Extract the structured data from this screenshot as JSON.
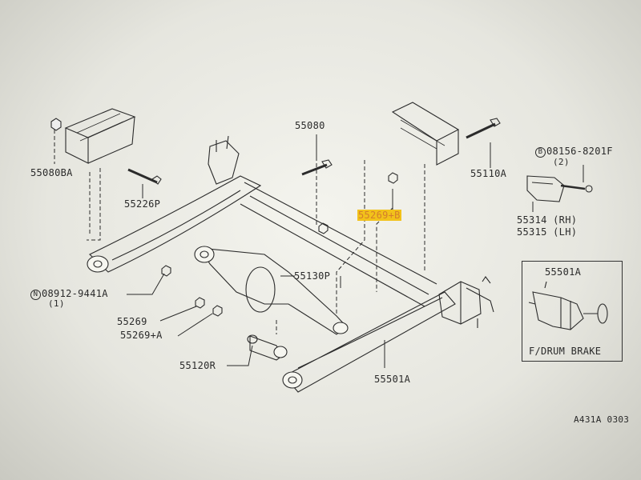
{
  "labels": {
    "p55080BA": "55080BA",
    "p55080": "55080",
    "p55226P": "55226P",
    "p55110A": "55110A",
    "p55269B": "55269+B",
    "p08156_prefix": "B",
    "p08156": "08156-8201F",
    "p08156_qty": "(2)",
    "p55314": "55314 (RH)",
    "p55315": "55315 (LH)",
    "p08912_prefix": "N",
    "p08912": "08912-9441A",
    "p08912_qty": "(1)",
    "p55130P": "55130P",
    "p55269": "55269",
    "p55269A": "55269+A",
    "p55120R": "55120R",
    "p55501A": "55501A",
    "p55501A_inset": "55501A",
    "inset_caption": "F/DRUM BRAKE",
    "figure_code": "A431A 0303"
  },
  "colors": {
    "line": "#2b2b2b",
    "highlight_bg": "#f2c21a",
    "highlight_text": "#d47d2c",
    "paper": "#eeeee8"
  }
}
